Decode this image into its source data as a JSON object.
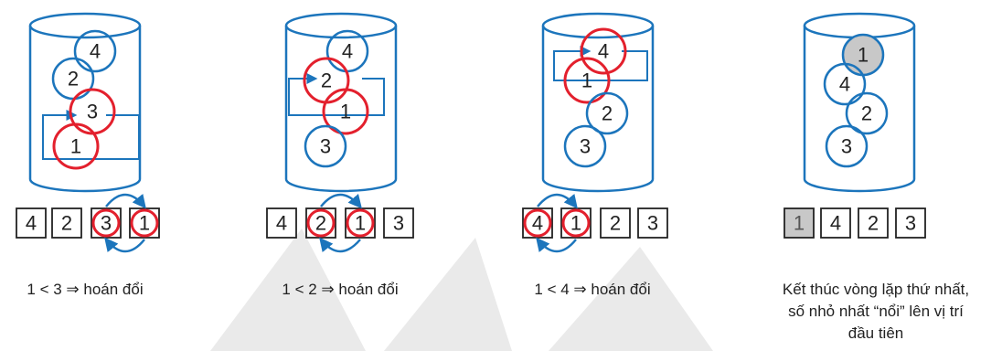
{
  "panels": [
    {
      "bubbles": [
        "4",
        "2",
        "3",
        "1"
      ],
      "array": [
        "4",
        "2",
        "3",
        "1"
      ],
      "caption": [
        "1 < 3 ⇒ hoán đổi"
      ]
    },
    {
      "bubbles": [
        "4",
        "2",
        "1",
        "3"
      ],
      "array": [
        "4",
        "2",
        "1",
        "3"
      ],
      "caption": [
        "1 < 2 ⇒ hoán đổi"
      ]
    },
    {
      "bubbles": [
        "4",
        "1",
        "2",
        "3"
      ],
      "array": [
        "4",
        "1",
        "2",
        "3"
      ],
      "caption": [
        "1 < 4 ⇒ hoán đổi"
      ]
    },
    {
      "bubbles": [
        "1",
        "4",
        "2",
        "3"
      ],
      "array": [
        "1",
        "4",
        "2",
        "3"
      ],
      "caption": [
        "Kết thúc vòng lặp thứ nhất,",
        "số nhỏ nhất “nổi” lên vị trí",
        "đầu tiên"
      ]
    }
  ],
  "colors": {
    "blue": "#1c75bc",
    "red": "#e3202d",
    "grey_fill": "#c8c8c8"
  }
}
